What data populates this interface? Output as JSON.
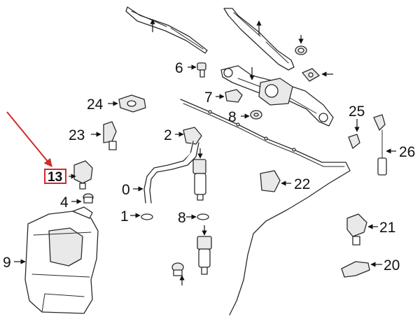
{
  "diagram": {
    "callouts": {
      "c0": "0",
      "c1": "1",
      "c2": "2",
      "c4": "4",
      "c6": "6",
      "c7": "7",
      "c8a": "8",
      "c8b": "8",
      "c9": "9",
      "c20": "20",
      "c21": "21",
      "c22": "22",
      "c23": "23",
      "c24": "24",
      "c25": "25",
      "c26": "26"
    },
    "highlighted_part_label": "13"
  },
  "colors": {
    "highlight": "#d22a2a",
    "ink": "#111111"
  }
}
